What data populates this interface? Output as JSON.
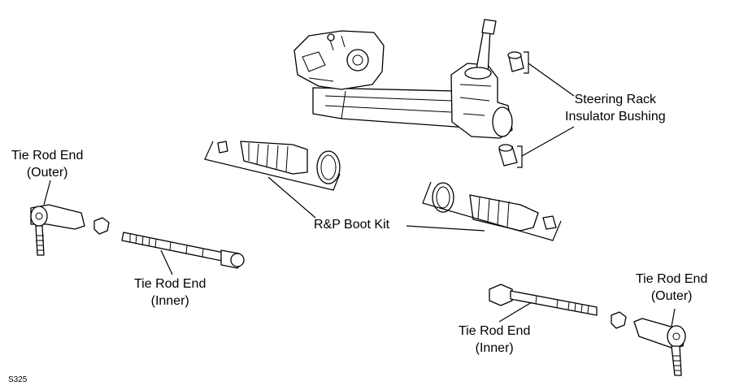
{
  "labels": {
    "steering_rack_bushing_line1": "Steering Rack",
    "steering_rack_bushing_line2": "Insulator Bushing",
    "rp_boot_kit": "R&P Boot Kit",
    "tie_rod_end_outer_left_line1": "Tie Rod End",
    "tie_rod_end_outer_left_line2": "(Outer)",
    "tie_rod_end_inner_left_line1": "Tie Rod End",
    "tie_rod_end_inner_left_line2": "(Inner)",
    "tie_rod_end_inner_right_line1": "Tie Rod End",
    "tie_rod_end_inner_right_line2": "(Inner)",
    "tie_rod_end_outer_right_line1": "Tie Rod End",
    "tie_rod_end_outer_right_line2": "(Outer)"
  },
  "figure_id": "S325"
}
